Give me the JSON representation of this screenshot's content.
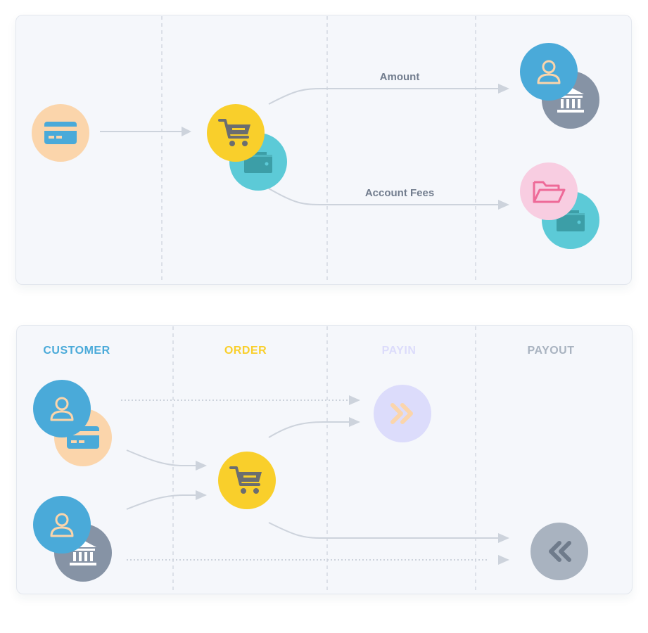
{
  "colors": {
    "customer": "#4aaad9",
    "order": "#f9cf2b",
    "payin": "#dcdcfb",
    "payout": "#a9b3c0",
    "card": "#fbd5ab",
    "wallet": "#5ccad7",
    "bank": "#8693a5",
    "folder": "#f8cde1",
    "connector": "#cdd3dc",
    "label": "#727d8e"
  },
  "top_flow": {
    "labels": {
      "amount": "Amount",
      "account_fees": "Account Fees"
    }
  },
  "bottom_flow": {
    "headers": {
      "customer": "CUSTOMER",
      "order": "ORDER",
      "payin": "PAYIN",
      "payout": "PAYOUT"
    }
  }
}
